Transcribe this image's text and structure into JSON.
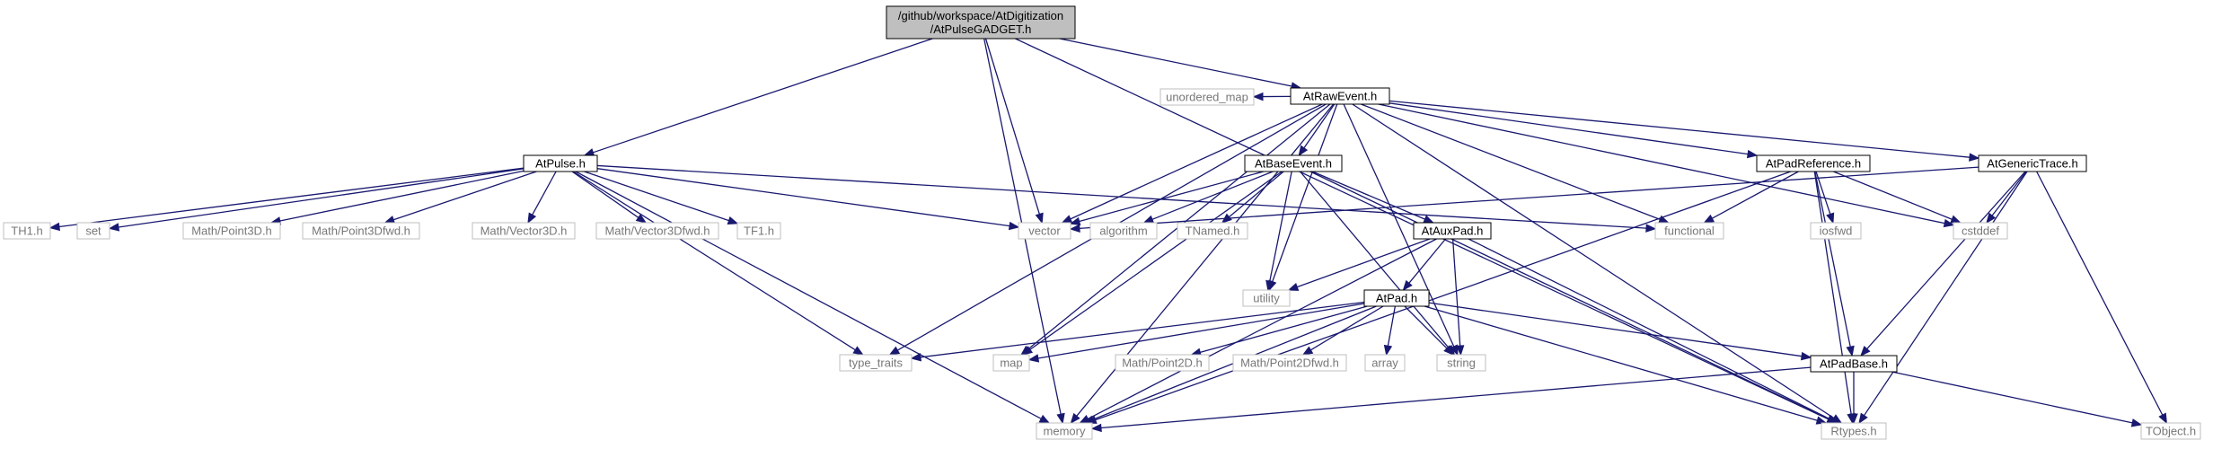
{
  "colors": {
    "edge": "#191970",
    "root_fill": "#bfbfbf",
    "root_stroke": "#000000",
    "project_fill": "#ffffff",
    "project_stroke": "#000000",
    "system_fill": "#ffffff",
    "system_stroke": "#bfbfbf",
    "system_text": "#777777"
  },
  "graph": {
    "nodes": [
      {
        "id": "root",
        "kind": "root",
        "lines": [
          "/github/workspace/AtDigitization",
          "/AtPulseGADGET.h"
        ]
      },
      {
        "id": "rawevent",
        "kind": "project",
        "lines": [
          "AtRawEvent.h"
        ]
      },
      {
        "id": "pulse",
        "kind": "project",
        "lines": [
          "AtPulse.h"
        ]
      },
      {
        "id": "baseevent",
        "kind": "project",
        "lines": [
          "AtBaseEvent.h"
        ]
      },
      {
        "id": "padref",
        "kind": "project",
        "lines": [
          "AtPadReference.h"
        ]
      },
      {
        "id": "generictrace",
        "kind": "project",
        "lines": [
          "AtGenericTrace.h"
        ]
      },
      {
        "id": "auxpad",
        "kind": "project",
        "lines": [
          "AtAuxPad.h"
        ]
      },
      {
        "id": "pad",
        "kind": "project",
        "lines": [
          "AtPad.h"
        ]
      },
      {
        "id": "padbase",
        "kind": "project",
        "lines": [
          "AtPadBase.h"
        ]
      },
      {
        "id": "unordered_map",
        "kind": "system",
        "lines": [
          "unordered_map"
        ]
      },
      {
        "id": "vector",
        "kind": "system",
        "lines": [
          "vector"
        ]
      },
      {
        "id": "algorithm",
        "kind": "system",
        "lines": [
          "algorithm"
        ]
      },
      {
        "id": "tnamed",
        "kind": "system",
        "lines": [
          "TNamed.h"
        ]
      },
      {
        "id": "functional",
        "kind": "system",
        "lines": [
          "functional"
        ]
      },
      {
        "id": "iosfwd",
        "kind": "system",
        "lines": [
          "iosfwd"
        ]
      },
      {
        "id": "cstddef",
        "kind": "system",
        "lines": [
          "cstddef"
        ]
      },
      {
        "id": "th1",
        "kind": "system",
        "lines": [
          "TH1.h"
        ]
      },
      {
        "id": "set",
        "kind": "system",
        "lines": [
          "set"
        ]
      },
      {
        "id": "point3d",
        "kind": "system",
        "lines": [
          "Math/Point3D.h"
        ]
      },
      {
        "id": "point3dfwd",
        "kind": "system",
        "lines": [
          "Math/Point3Dfwd.h"
        ]
      },
      {
        "id": "vector3d",
        "kind": "system",
        "lines": [
          "Math/Vector3D.h"
        ]
      },
      {
        "id": "vector3dfwd",
        "kind": "system",
        "lines": [
          "Math/Vector3Dfwd.h"
        ]
      },
      {
        "id": "tf1",
        "kind": "system",
        "lines": [
          "TF1.h"
        ]
      },
      {
        "id": "utility",
        "kind": "system",
        "lines": [
          "utility"
        ]
      },
      {
        "id": "type_traits",
        "kind": "system",
        "lines": [
          "type_traits"
        ]
      },
      {
        "id": "map",
        "kind": "system",
        "lines": [
          "map"
        ]
      },
      {
        "id": "point2d",
        "kind": "system",
        "lines": [
          "Math/Point2D.h"
        ]
      },
      {
        "id": "point2dfwd",
        "kind": "system",
        "lines": [
          "Math/Point2Dfwd.h"
        ]
      },
      {
        "id": "array",
        "kind": "system",
        "lines": [
          "array"
        ]
      },
      {
        "id": "string",
        "kind": "system",
        "lines": [
          "string"
        ]
      },
      {
        "id": "memory",
        "kind": "system",
        "lines": [
          "memory"
        ]
      },
      {
        "id": "rtypes",
        "kind": "system",
        "lines": [
          "Rtypes.h"
        ]
      },
      {
        "id": "tobject",
        "kind": "system",
        "lines": [
          "TObject.h"
        ]
      }
    ],
    "edges": [
      [
        "root",
        "rawevent"
      ],
      [
        "root",
        "pulse"
      ],
      [
        "root",
        "vector"
      ],
      [
        "root",
        "memory"
      ],
      [
        "root",
        "rtypes"
      ],
      [
        "rawevent",
        "baseevent"
      ],
      [
        "rawevent",
        "padref"
      ],
      [
        "rawevent",
        "generictrace"
      ],
      [
        "rawevent",
        "unordered_map"
      ],
      [
        "rawevent",
        "vector"
      ],
      [
        "rawevent",
        "functional"
      ],
      [
        "rawevent",
        "cstddef"
      ],
      [
        "rawevent",
        "utility"
      ],
      [
        "rawevent",
        "type_traits"
      ],
      [
        "rawevent",
        "map"
      ],
      [
        "rawevent",
        "string"
      ],
      [
        "rawevent",
        "memory"
      ],
      [
        "rawevent",
        "rtypes"
      ],
      [
        "pulse",
        "th1"
      ],
      [
        "pulse",
        "set"
      ],
      [
        "pulse",
        "point3d"
      ],
      [
        "pulse",
        "point3dfwd"
      ],
      [
        "pulse",
        "vector3d"
      ],
      [
        "pulse",
        "vector3dfwd"
      ],
      [
        "pulse",
        "tf1"
      ],
      [
        "pulse",
        "vector"
      ],
      [
        "pulse",
        "functional"
      ],
      [
        "pulse",
        "type_traits"
      ],
      [
        "pulse",
        "memory"
      ],
      [
        "baseevent",
        "vector"
      ],
      [
        "baseevent",
        "algorithm"
      ],
      [
        "baseevent",
        "tnamed"
      ],
      [
        "baseevent",
        "auxpad"
      ],
      [
        "baseevent",
        "utility"
      ],
      [
        "baseevent",
        "map"
      ],
      [
        "baseevent",
        "string"
      ],
      [
        "baseevent",
        "rtypes"
      ],
      [
        "padref",
        "functional"
      ],
      [
        "padref",
        "iosfwd"
      ],
      [
        "padref",
        "cstddef"
      ],
      [
        "padref",
        "padbase"
      ],
      [
        "padref",
        "rtypes"
      ],
      [
        "padref",
        "memory"
      ],
      [
        "generictrace",
        "vector"
      ],
      [
        "generictrace",
        "cstddef"
      ],
      [
        "generictrace",
        "padbase"
      ],
      [
        "generictrace",
        "rtypes"
      ],
      [
        "generictrace",
        "tobject"
      ],
      [
        "auxpad",
        "pad"
      ],
      [
        "auxpad",
        "utility"
      ],
      [
        "auxpad",
        "string"
      ],
      [
        "auxpad",
        "rtypes"
      ],
      [
        "auxpad",
        "memory"
      ],
      [
        "pad",
        "type_traits"
      ],
      [
        "pad",
        "map"
      ],
      [
        "pad",
        "point2d"
      ],
      [
        "pad",
        "point2dfwd"
      ],
      [
        "pad",
        "array"
      ],
      [
        "pad",
        "string"
      ],
      [
        "pad",
        "padbase"
      ],
      [
        "pad",
        "memory"
      ],
      [
        "pad",
        "rtypes"
      ],
      [
        "padbase",
        "memory"
      ],
      [
        "padbase",
        "rtypes"
      ],
      [
        "padbase",
        "tobject"
      ]
    ]
  }
}
